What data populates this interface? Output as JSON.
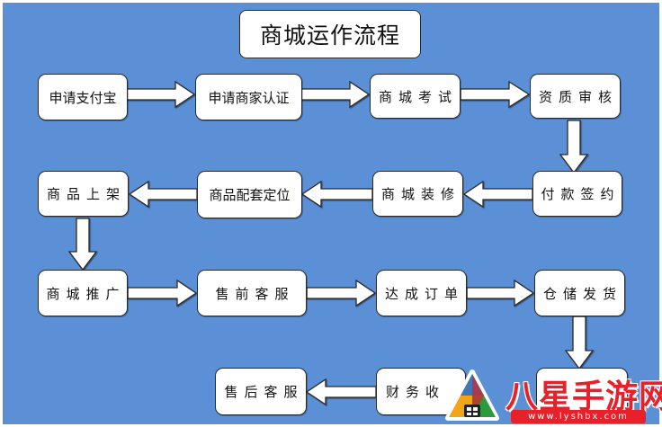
{
  "title": "商城运作流程",
  "steps": {
    "s1": "申请支付宝",
    "s2": "申请商家认证",
    "s3": "商城考试",
    "s4": "资质审核",
    "s5": "付款签约",
    "s6": "商城装修",
    "s7": "商品配套定位",
    "s8": "商品上架",
    "s9": "商城推广",
    "s10": "售前客服",
    "s11": "达成订单",
    "s12": "仓储发货",
    "s13": "",
    "s14": "财务收",
    "s15": "售后客服"
  },
  "watermark": {
    "brand": "八星手游网",
    "url": "www.lyshbx.com"
  },
  "colors": {
    "background": "#5b8fd6",
    "box_fill": "#ffffff",
    "arrow_fill": "#ffffff",
    "watermark_red": "#e8202a"
  }
}
